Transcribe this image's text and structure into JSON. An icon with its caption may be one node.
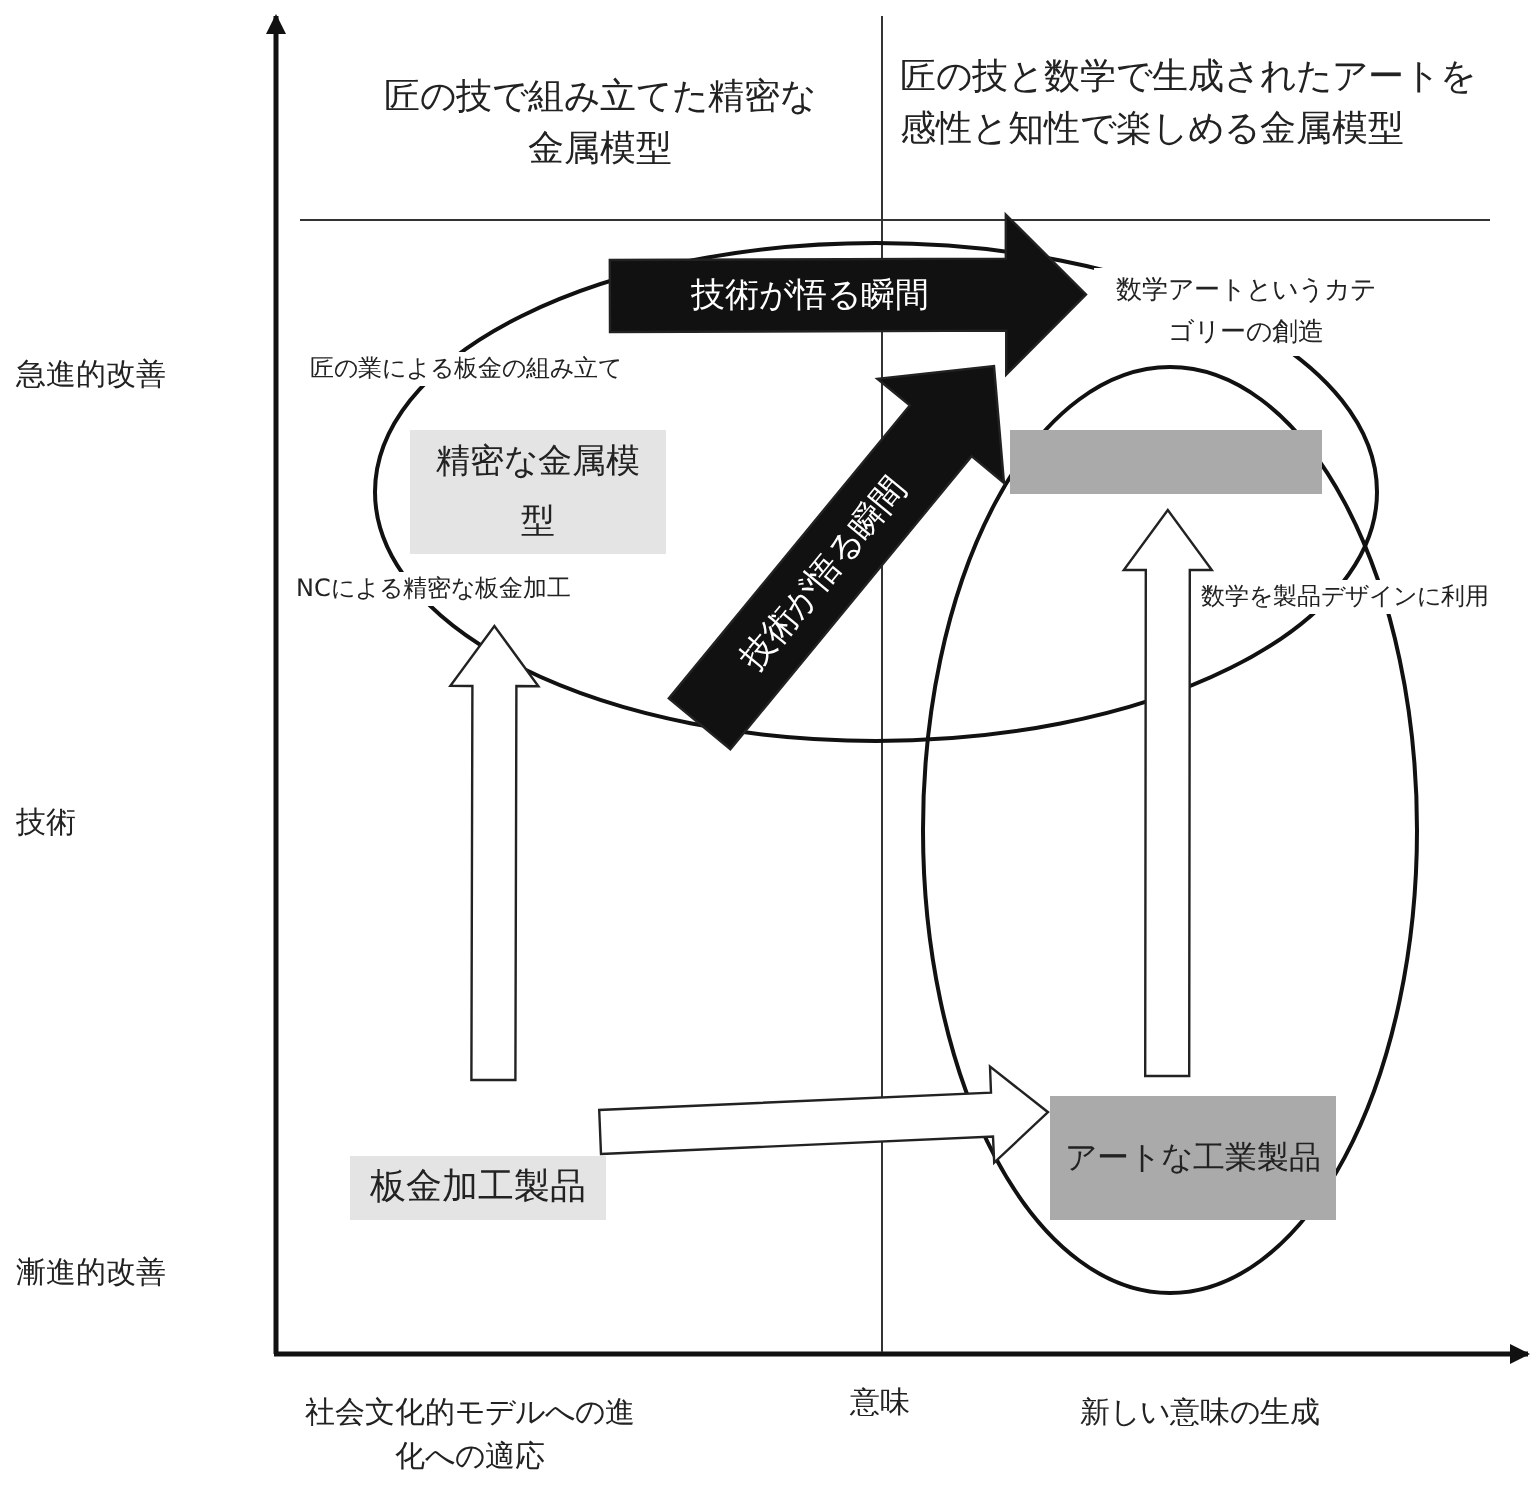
{
  "diagram": {
    "nodes": [
      {
        "text": [],
        "shape": "ellipse"
      },
      {
        "text": [],
        "shape": "ellipse"
      },
      {
        "text": [
          "精密な金属模型"
        ],
        "in": 0
      },
      {
        "text": [],
        "shape": "box"
      },
      {
        "text": [
          "板金加工製品"
        ]
      },
      {
        "text": [
          "アートな工業製品"
        ],
        "in": 1
      },
      {
        "text": [
          "数学アートというカテゴリーの創造"
        ]
      }
    ],
    "edges": [
      {
        "from": 4,
        "to": 2,
        "arrow": "to"
      },
      {
        "from": 4,
        "to": 5,
        "arrow": "to"
      },
      {
        "from": 5,
        "to": 3,
        "arrow": "to"
      },
      {
        "from": 0,
        "to": 6,
        "arrow": "to",
        "label": "技術が悟る瞬間",
        "color": "#111111"
      },
      {
        "from": 0,
        "to": 6,
        "arrow": "to",
        "label": "技術が悟る瞬間",
        "color": "#111111"
      }
    ],
    "labels": [
      "匠の技で組み立てた精密な金属模型",
      "匠の技と数学で生成されたアートを感性と知性で楽しめる金属模型",
      "急進的改善",
      "匠の業による板金の組み立て",
      "NCによる精密な板金加工",
      "数学を製品デザインに利用",
      "技術",
      "漸進的改善",
      "社会文化的モデルへの進化への適応",
      "意味",
      "新しい意味の生成"
    ]
  }
}
